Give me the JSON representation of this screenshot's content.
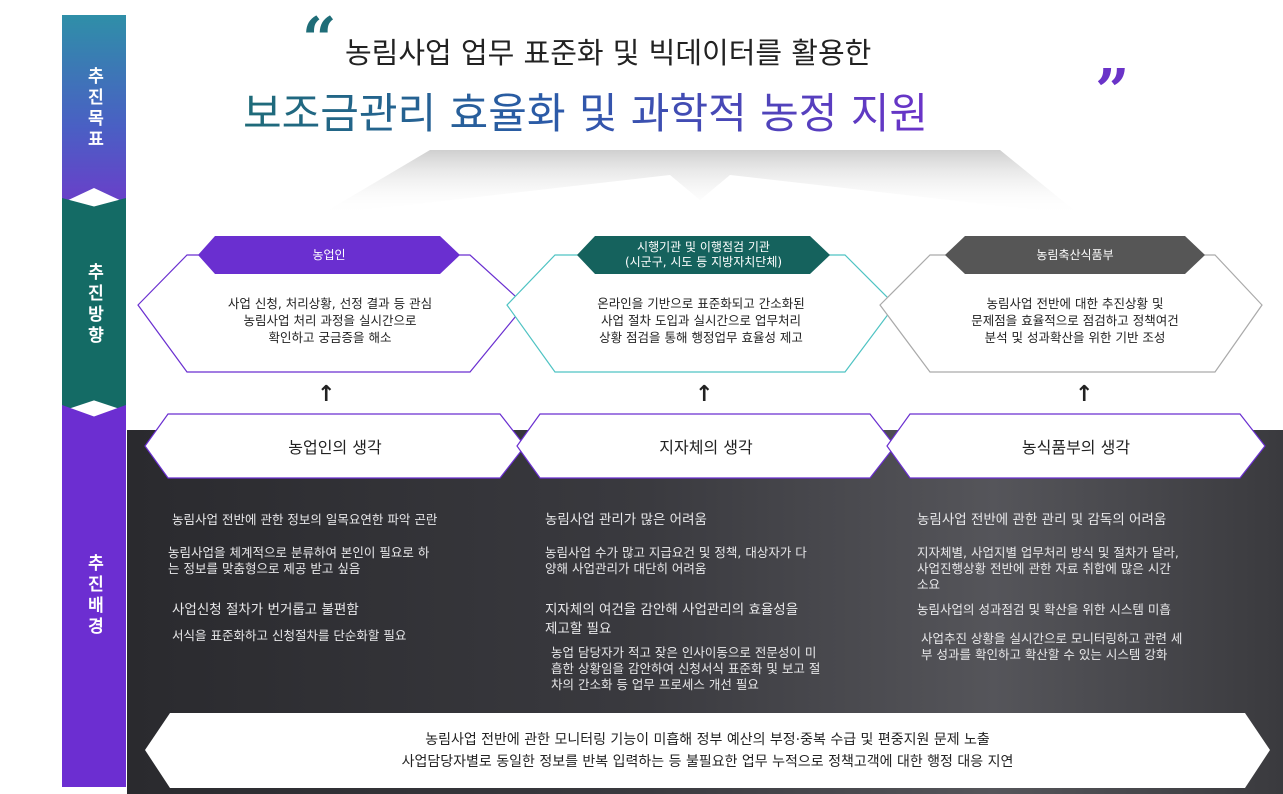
{
  "side_labels": {
    "goal": "추진목표",
    "direction": "추진방향",
    "background": "추진배경"
  },
  "title": {
    "open_quote": "“",
    "close_quote": "”",
    "line1": "농림사업 업무 표준화 및 빅데이터를 활용한",
    "line2": "보조금관리 효율화 및 과학적 농정 지원"
  },
  "directions": [
    {
      "tag": "농업인",
      "tag_color": "#6a2fd0",
      "lines": [
        "사업 신청, 처리상황, 선정 결과 등 관심",
        "농림사업 처리 과정을 실시간으로",
        "확인하고 궁금증을 해소"
      ]
    },
    {
      "tag_lines": [
        "시행기관 및 이행점검 기관",
        "(시군구, 시도 등 지방자치단체)"
      ],
      "tag_color": "#15625d",
      "lines": [
        "온라인을 기반으로 표준화되고 간소화된",
        "사업 절차 도입과 실시간으로 업무처리",
        "상황 점검을 통해 행정업무 효율성 제고"
      ]
    },
    {
      "tag": "농림축산식품부",
      "tag_color": "#565656",
      "lines": [
        "농림사업 전반에 대한 추진상황 및",
        "문제점을 효율적으로 점검하고 정책여건",
        "분석 및 성과확산을 위한 기반 조성"
      ]
    }
  ],
  "thoughts": [
    "농업인의 생각",
    "지자체의 생각",
    "농식품부의 생각"
  ],
  "arrow_glyph": "↑",
  "background_items": {
    "col1": [
      "농림사업 전반에 관한 정보의 일목요연한 파악 곤란",
      "농림사업을 체계적으로 분류하여 본인이 필요로 하",
      "는 정보를 맞춤형으로 제공 받고 싶음",
      "사업신청 절차가 번거롭고 불편함",
      "서식을 표준화하고 신청절차를 단순화할 필요"
    ],
    "col2": [
      "농림사업 관리가 많은 어려움",
      "농림사업 수가 많고 지급요건 및 정책, 대상자가 다",
      "양해 사업관리가 대단히 어려움",
      "지자체의 여건을 감안해 사업관리의 효율성을",
      "제고할 필요",
      "농업 담당자가 적고 잦은 인사이동으로 전문성이 미",
      "흡한 상황임을 감안하여 신청서식 표준화 및 보고 절",
      "차의 간소화 등 업무 프로세스 개선 필요"
    ],
    "col3": [
      "농림사업 전반에 관한 관리 및 감독의 어려움",
      "지자체별, 사업지별 업무처리 방식 및 절차가 달라,",
      "사업진행상황 전반에 관한 자료 취합에 많은 시간",
      "소요",
      "농림사업의 성과점검 및 확산을 위한 시스템 미흡",
      "사업추진 상황을 실시간으로 모니터링하고 관련 세",
      "부 성과를 확인하고 확산할 수 있는 시스템 강화"
    ]
  },
  "bottom": {
    "line1": "농림사업 전반에 관한 모니터링 기능이 미흡해 정부 예산의 부정·중복 수급 및 편중지원 문제 노출",
    "line2": "사업담당자별로 동일한 정보를 반복 입력하는 등 불필요한 업무 누적으로 정책고객에 대한 행정 대응 지연"
  },
  "colors": {
    "purple": "#6a2fd0",
    "teal": "#15625d",
    "gray": "#565656",
    "dark_bg": "#333338"
  }
}
